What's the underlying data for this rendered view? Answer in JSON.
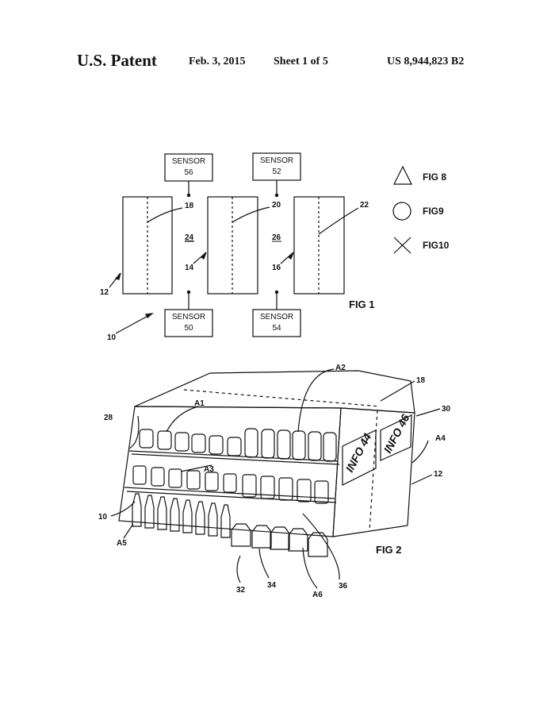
{
  "header": {
    "title": "U.S. Patent",
    "date": "Feb. 3, 2015",
    "sheet": "Sheet 1 of 5",
    "number": "US 8,944,823 B2"
  },
  "fig1": {
    "caption": "FIG 1",
    "sensor_word": "SENSOR",
    "sensors": {
      "s56": "56",
      "s52": "52",
      "s50": "50",
      "s54": "54"
    },
    "refs": {
      "r18": "18",
      "r20": "20",
      "r22": "22",
      "r24": "24",
      "r26": "26",
      "r14": "14",
      "r16": "16",
      "r12": "12",
      "r10": "10"
    },
    "legend": [
      {
        "icon": "triangle-icon",
        "label": "FIG 8"
      },
      {
        "icon": "circle-icon",
        "label": "FIG9"
      },
      {
        "icon": "x-icon",
        "label": "FIG10"
      }
    ]
  },
  "fig2": {
    "caption": "FIG 2",
    "info_left": "INFO 44",
    "info_right": "INFO 46",
    "refs": {
      "a1": "A1",
      "a2": "A2",
      "a3": "A3",
      "a4": "A4",
      "a5": "A5",
      "a6": "A6",
      "r18": "18",
      "r30": "30",
      "r28": "28",
      "r12": "12",
      "r10": "10",
      "r32": "32",
      "r34": "34",
      "r36": "36"
    }
  }
}
